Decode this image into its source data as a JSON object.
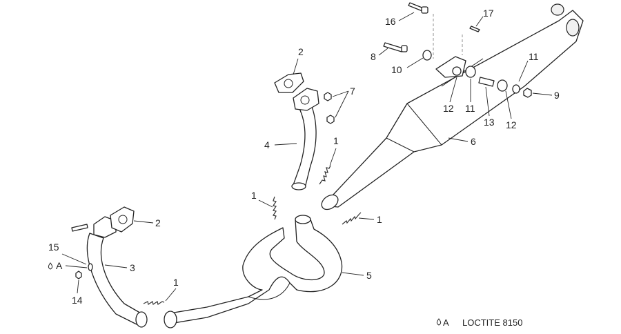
{
  "callouts": {
    "c16": "16",
    "c17": "17",
    "c8": "8",
    "c10": "10",
    "c11a": "11",
    "c2a": "2",
    "c7": "7",
    "c12a": "12",
    "c11b": "11",
    "c13": "13",
    "c12b": "12",
    "c9": "9",
    "c4": "4",
    "c6": "6",
    "c1a": "1",
    "c1b": "1",
    "c1c": "1",
    "c2b": "2",
    "c15": "15",
    "cA": "A",
    "c3": "3",
    "c5": "5",
    "c1d": "1",
    "c14": "14"
  },
  "legend": {
    "symbol": "A",
    "text": "LOCTITE 8150"
  }
}
